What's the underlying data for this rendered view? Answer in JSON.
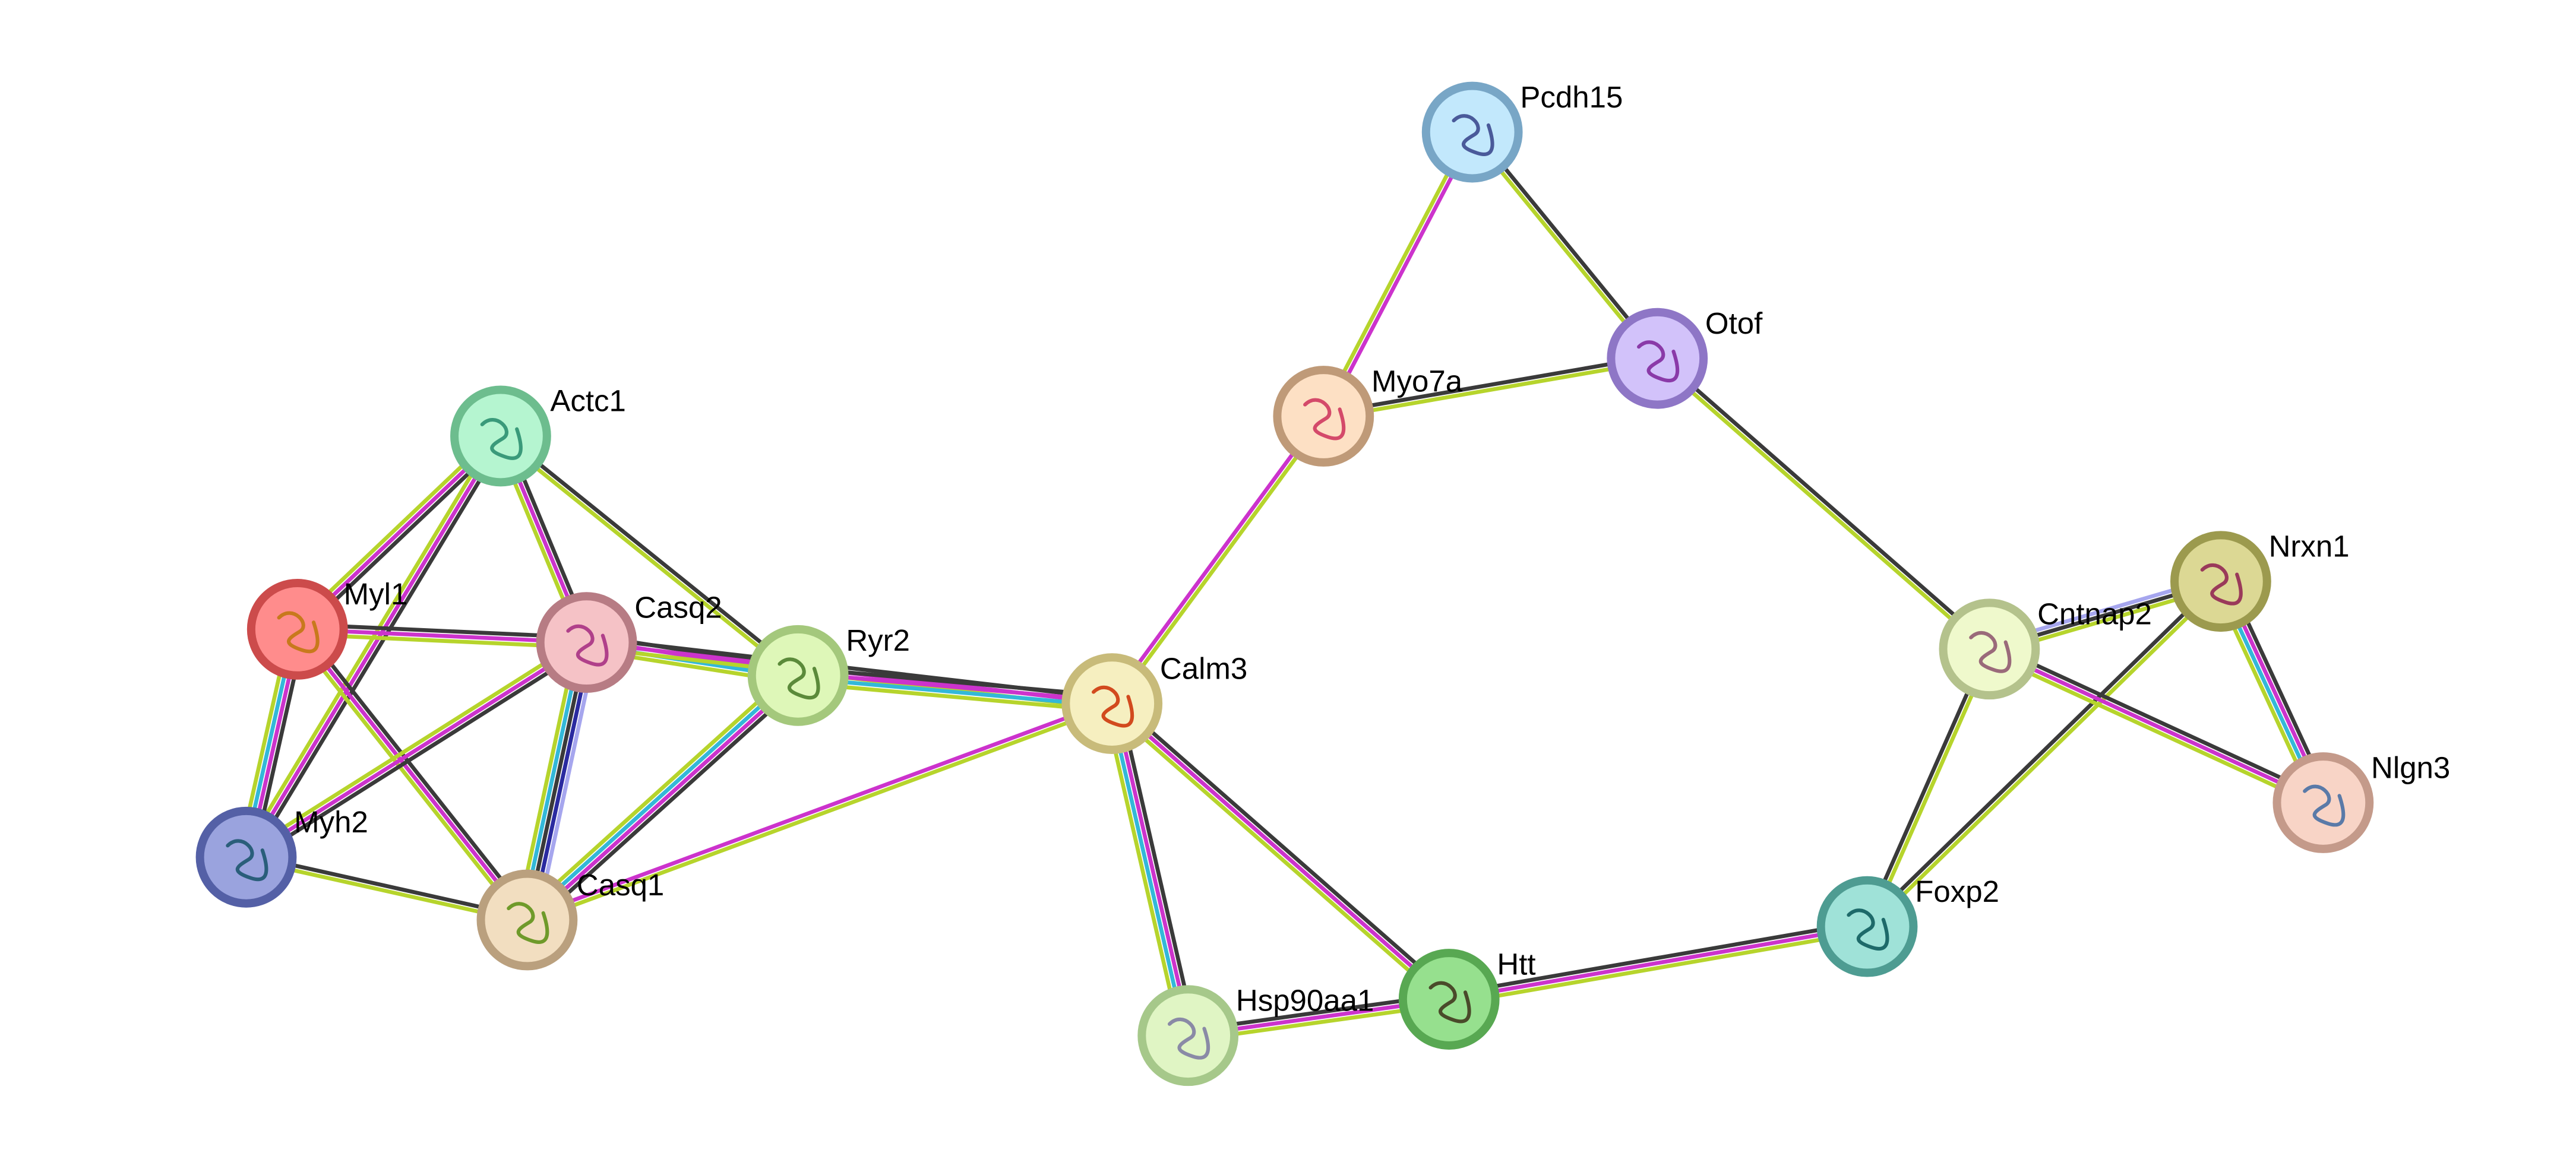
{
  "nodes": [
    {
      "id": "Actc1",
      "label": "Actc1",
      "fill": "#b5f5d0",
      "ring": "#6dbd8e",
      "glyph": "#3a9a7a",
      "icon": "protein-structure-icon"
    },
    {
      "id": "Myl1",
      "label": "Myl1",
      "fill": "#ff8c8c",
      "ring": "#cc4b4b",
      "glyph": "#c8791c",
      "icon": "protein-structure-icon"
    },
    {
      "id": "Casq2",
      "label": "Casq2",
      "fill": "#f5c2c6",
      "ring": "#b77c84",
      "glyph": "#b0408a",
      "icon": "protein-structure-icon"
    },
    {
      "id": "Ryr2",
      "label": "Ryr2",
      "fill": "#def7b8",
      "ring": "#a4c87c",
      "glyph": "#5b8a3a",
      "icon": "protein-structure-icon"
    },
    {
      "id": "Myh2",
      "label": "Myh2",
      "fill": "#9aa3de",
      "ring": "#5460a6",
      "glyph": "#2a5e7a",
      "icon": "protein-structure-icon"
    },
    {
      "id": "Casq1",
      "label": "Casq1",
      "fill": "#f2dec0",
      "ring": "#baa07e",
      "glyph": "#6f9a2a",
      "icon": "protein-structure-icon"
    },
    {
      "id": "Calm3",
      "label": "Calm3",
      "fill": "#f6efc0",
      "ring": "#c8bb7a",
      "glyph": "#d24a1e",
      "icon": "protein-structure-icon"
    },
    {
      "id": "Pcdh15",
      "label": "Pcdh15",
      "fill": "#c2e8fc",
      "ring": "#78a6c6",
      "glyph": "#4a5a9a",
      "icon": "protein-structure-icon"
    },
    {
      "id": "Myo7a",
      "label": "Myo7a",
      "fill": "#fde0c4",
      "ring": "#bf9a78",
      "glyph": "#d44a6a",
      "icon": "protein-structure-icon"
    },
    {
      "id": "Otof",
      "label": "Otof",
      "fill": "#d2c2fa",
      "ring": "#8e76c6",
      "glyph": "#8a3aa8",
      "icon": "protein-structure-icon"
    },
    {
      "id": "Hsp90aa1",
      "label": "Hsp90aa1",
      "fill": "#e0f5c4",
      "ring": "#a6c88a",
      "glyph": "#8a8aa6",
      "icon": "protein-structure-icon"
    },
    {
      "id": "Htt",
      "label": "Htt",
      "fill": "#96e08e",
      "ring": "#58a852",
      "glyph": "#4a4a2a",
      "icon": "protein-structure-icon"
    },
    {
      "id": "Foxp2",
      "label": "Foxp2",
      "fill": "#9fe2d8",
      "ring": "#4e9c92",
      "glyph": "#1e6a6a",
      "icon": "protein-structure-icon"
    },
    {
      "id": "Cntnap2",
      "label": "Cntnap2",
      "fill": "#eff9cc",
      "ring": "#b4c28c",
      "glyph": "#9a6a7a",
      "icon": "protein-structure-icon"
    },
    {
      "id": "Nrxn1",
      "label": "Nrxn1",
      "fill": "#dcd894",
      "ring": "#9c9a4e",
      "glyph": "#9a3a5a",
      "icon": "protein-structure-icon"
    },
    {
      "id": "Nlgn3",
      "label": "Nlgn3",
      "fill": "#f8d4c6",
      "ring": "#c49a8a",
      "glyph": "#5a7aa8",
      "icon": "protein-structure-icon"
    }
  ],
  "edge_colors": {
    "black": "#3a3a3a",
    "magenta": "#cc33cc",
    "yellowgreen": "#b6d42c",
    "cyan": "#33b8d8",
    "blue": "#2a2aa0",
    "lavender": "#a6a6ee"
  },
  "edges": [
    {
      "from": "Actc1",
      "to": "Myl1",
      "colors": [
        "black",
        "magenta",
        "yellowgreen"
      ]
    },
    {
      "from": "Actc1",
      "to": "Myh2",
      "colors": [
        "black",
        "magenta",
        "yellowgreen"
      ]
    },
    {
      "from": "Actc1",
      "to": "Casq2",
      "colors": [
        "black",
        "magenta",
        "yellowgreen"
      ]
    },
    {
      "from": "Actc1",
      "to": "Ryr2",
      "colors": [
        "black",
        "yellowgreen"
      ]
    },
    {
      "from": "Myl1",
      "to": "Casq2",
      "colors": [
        "black",
        "magenta",
        "yellowgreen"
      ]
    },
    {
      "from": "Myl1",
      "to": "Myh2",
      "colors": [
        "black",
        "magenta",
        "cyan",
        "yellowgreen"
      ]
    },
    {
      "from": "Myl1",
      "to": "Casq1",
      "colors": [
        "black",
        "magenta",
        "yellowgreen"
      ]
    },
    {
      "from": "Casq2",
      "to": "Ryr2",
      "colors": [
        "black",
        "magenta",
        "cyan",
        "yellowgreen"
      ]
    },
    {
      "from": "Casq2",
      "to": "Myh2",
      "colors": [
        "black",
        "magenta",
        "yellowgreen"
      ]
    },
    {
      "from": "Casq2",
      "to": "Casq1",
      "colors": [
        "lavender",
        "blue",
        "black",
        "cyan",
        "yellowgreen"
      ]
    },
    {
      "from": "Casq2",
      "to": "Calm3",
      "colors": [
        "black",
        "magenta",
        "yellowgreen"
      ]
    },
    {
      "from": "Myh2",
      "to": "Casq1",
      "colors": [
        "black",
        "yellowgreen"
      ]
    },
    {
      "from": "Ryr2",
      "to": "Casq1",
      "colors": [
        "black",
        "magenta",
        "cyan",
        "yellowgreen"
      ]
    },
    {
      "from": "Ryr2",
      "to": "Calm3",
      "colors": [
        "black",
        "magenta",
        "cyan",
        "yellowgreen"
      ]
    },
    {
      "from": "Casq1",
      "to": "Calm3",
      "colors": [
        "magenta",
        "yellowgreen"
      ]
    },
    {
      "from": "Calm3",
      "to": "Myo7a",
      "colors": [
        "magenta",
        "yellowgreen"
      ]
    },
    {
      "from": "Calm3",
      "to": "Hsp90aa1",
      "colors": [
        "black",
        "magenta",
        "cyan",
        "yellowgreen"
      ]
    },
    {
      "from": "Calm3",
      "to": "Htt",
      "colors": [
        "black",
        "magenta",
        "yellowgreen"
      ]
    },
    {
      "from": "Pcdh15",
      "to": "Myo7a",
      "colors": [
        "magenta",
        "yellowgreen"
      ]
    },
    {
      "from": "Pcdh15",
      "to": "Otof",
      "colors": [
        "black",
        "yellowgreen"
      ]
    },
    {
      "from": "Myo7a",
      "to": "Otof",
      "colors": [
        "black",
        "yellowgreen"
      ]
    },
    {
      "from": "Otof",
      "to": "Cntnap2",
      "colors": [
        "black",
        "yellowgreen"
      ]
    },
    {
      "from": "Hsp90aa1",
      "to": "Htt",
      "colors": [
        "black",
        "magenta",
        "yellowgreen"
      ]
    },
    {
      "from": "Htt",
      "to": "Foxp2",
      "colors": [
        "black",
        "magenta",
        "yellowgreen"
      ]
    },
    {
      "from": "Foxp2",
      "to": "Cntnap2",
      "colors": [
        "black",
        "yellowgreen"
      ]
    },
    {
      "from": "Foxp2",
      "to": "Nrxn1",
      "colors": [
        "black",
        "yellowgreen"
      ]
    },
    {
      "from": "Cntnap2",
      "to": "Nrxn1",
      "colors": [
        "lavender",
        "black",
        "yellowgreen"
      ]
    },
    {
      "from": "Cntnap2",
      "to": "Nlgn3",
      "colors": [
        "black",
        "magenta",
        "yellowgreen"
      ]
    },
    {
      "from": "Nrxn1",
      "to": "Nlgn3",
      "colors": [
        "black",
        "magenta",
        "cyan",
        "yellowgreen"
      ]
    }
  ]
}
